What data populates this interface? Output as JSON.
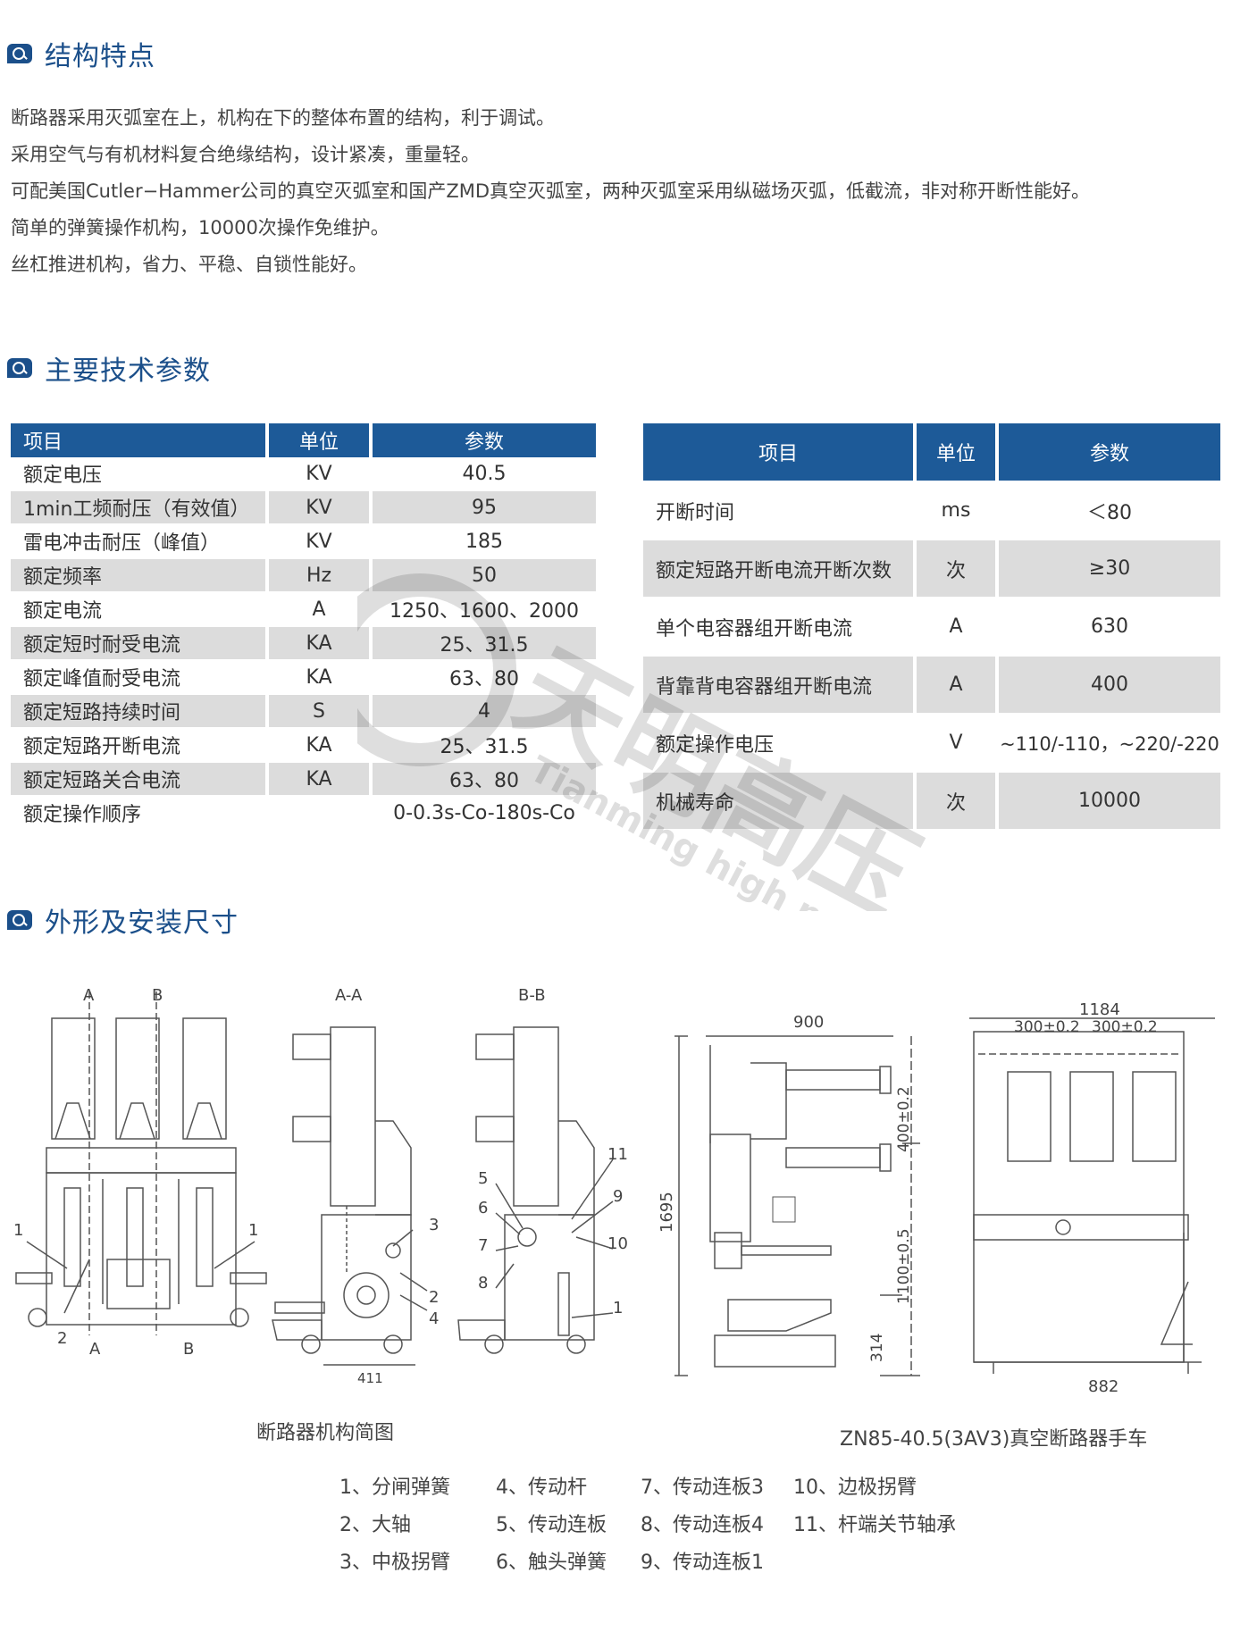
{
  "sections": {
    "structure": "结构特点",
    "params": "主要技术参数",
    "dimensions": "外形及安装尺寸"
  },
  "structure_lines": [
    "断路器采用灭弧室在上，机构在下的整体布置的结构，利于调试。",
    "采用空气与有机材料复合绝缘结构，设计紧凑，重量轻。",
    "可配美国Cutler−Hammer公司的真空灭弧室和国产ZMD真空灭弧室，两种灭弧室采用纵磁场灭弧，低截流，非对称开断性能好。",
    "简单的弹簧操作机构，10000次操作免维护。",
    "丝杠推进机构，省力、平稳、自锁性能好。"
  ],
  "table1": {
    "headers": [
      "项目",
      "单位",
      "参数"
    ],
    "rows": [
      [
        "额定电压",
        "KV",
        "40.5"
      ],
      [
        "1min工频耐压（有效值）",
        "KV",
        "95"
      ],
      [
        "雷电冲击耐压（峰值）",
        "KV",
        "185"
      ],
      [
        "额定频率",
        "Hz",
        "50"
      ],
      [
        "额定电流",
        "A",
        "1250、1600、2000"
      ],
      [
        "额定短时耐受电流",
        "KA",
        "25、31.5"
      ],
      [
        "额定峰值耐受电流",
        "KA",
        "63、80"
      ],
      [
        "额定短路持续时间",
        "S",
        "4"
      ],
      [
        "额定短路开断电流",
        "KA",
        "25、31.5"
      ],
      [
        "额定短路关合电流",
        "KA",
        "63、80"
      ],
      [
        "额定操作顺序",
        "",
        "0-0.3s-Co-180s-Co"
      ]
    ]
  },
  "table2": {
    "headers": [
      "项目",
      "单位",
      "参数"
    ],
    "rows": [
      [
        "开断时间",
        "ms",
        "＜80"
      ],
      [
        "额定短路开断电流开断次数",
        "次",
        "≥30"
      ],
      [
        "单个电容器组开断电流",
        "A",
        "630"
      ],
      [
        "背靠背电容器组开断电流",
        "A",
        "400"
      ],
      [
        "额定操作电压",
        "V",
        "~110/-110，~220/-220"
      ],
      [
        "机械寿命",
        "次",
        "10000"
      ]
    ]
  },
  "watermark": {
    "cn": "天明高压",
    "en": "Tianming high pressure"
  },
  "drawing_labels": {
    "front_a": "A",
    "front_b": "B",
    "front_a2": "A",
    "front_b2": "B",
    "n1": "1",
    "n1b": "1",
    "n2": "2",
    "aa": "A-A",
    "bb": "B-B",
    "aa_3": "3",
    "aa_2": "2",
    "aa_4": "4",
    "aa_411": "411",
    "bb_5": "5",
    "bb_6": "6",
    "bb_7": "7",
    "bb_8": "8",
    "bb_11": "11",
    "bb_9": "9",
    "bb_10": "10",
    "bb_1": "1",
    "d900": "900",
    "d1695": "1695",
    "d400": "400±0.2",
    "d1100": "1100±0.5",
    "d314": "314",
    "d1184": "1184",
    "d300a": "300±0.2",
    "d300b": "300±0.2",
    "d882": "882"
  },
  "captions": {
    "mechanism": "断路器机构简图",
    "truck": "ZN85-40.5(3AV3)真空断路器手车"
  },
  "legend": [
    [
      "1、分闸弹簧",
      "2、大轴",
      "3、中极拐臂"
    ],
    [
      "4、传动杆",
      "5、传动连板",
      "6、触头弹簧"
    ],
    [
      "7、传动连板3",
      "8、传动连板4",
      "9、传动连板1"
    ],
    [
      "10、边极拐臂",
      "11、杆端关节轴承"
    ]
  ],
  "colors": {
    "accent": "#1b4f8a",
    "header_bg": "#1d5a98",
    "row_gray": "#dcdcdc"
  }
}
